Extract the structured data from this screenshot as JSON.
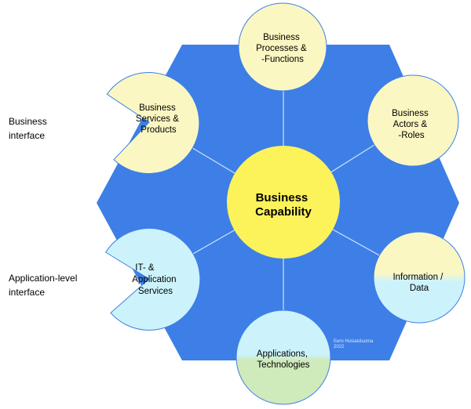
{
  "colors": {
    "hexagon": "#3d7fe6",
    "connector": "#cfe0ff",
    "center": "#fcf25a",
    "business_node": "#fbf7c2",
    "interface_node": "#ccf3fb",
    "technology_node": "#cfeabb"
  },
  "side_labels": {
    "business": [
      "Business",
      "interface"
    ],
    "application": [
      "Application-level",
      "interface"
    ]
  },
  "center": {
    "lines": [
      "Business",
      "Capability"
    ]
  },
  "nodes": {
    "processes": [
      "Business",
      "Processes &",
      "-Functions"
    ],
    "actors": [
      "Business",
      "Actors &",
      "-Roles"
    ],
    "services": [
      "Business",
      "Services &",
      "Products"
    ],
    "it_services": [
      "IT- &",
      "Application",
      "Services"
    ],
    "information": [
      "Information /",
      "Data"
    ],
    "applications": [
      "Applications,",
      "Technologies"
    ]
  },
  "credit": [
    "Eero Hosiaisluoma",
    "2022"
  ]
}
